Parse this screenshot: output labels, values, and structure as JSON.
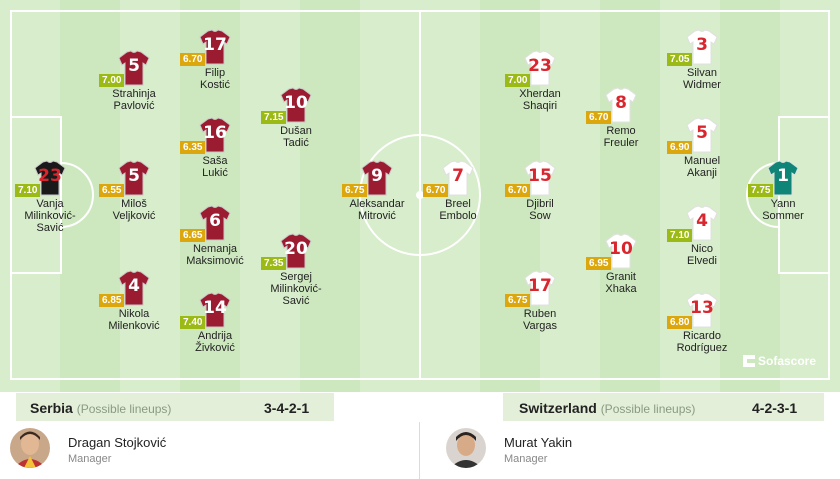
{
  "colors": {
    "home_shirt": "#9b1b30",
    "home_gk": "#1a1a1a",
    "away_shirt": "#ffffff",
    "away_gk": "#0f8577",
    "home_num": "#ffffff",
    "away_num": "#d9262e"
  },
  "players": [
    {
      "team": "home",
      "number": "23",
      "rating": "7.10",
      "name": [
        "Vanja",
        "Milinković-",
        "Savić"
      ],
      "gk": true
    },
    {
      "team": "home",
      "number": "5",
      "rating": "7.00",
      "name": [
        "Strahinja",
        "Pavlović"
      ]
    },
    {
      "team": "home",
      "number": "5",
      "rating": "6.55",
      "name": [
        "Miloš",
        "Veljković"
      ]
    },
    {
      "team": "home",
      "number": "4",
      "rating": "6.85",
      "name": [
        "Nikola",
        "Milenković"
      ]
    },
    {
      "team": "home",
      "number": "17",
      "rating": "6.70",
      "name": [
        "Filip",
        "Kostić"
      ]
    },
    {
      "team": "home",
      "number": "16",
      "rating": "6.35",
      "name": [
        "Saša",
        "Lukić"
      ]
    },
    {
      "team": "home",
      "number": "6",
      "rating": "6.65",
      "name": [
        "Nemanja",
        "Maksimović"
      ]
    },
    {
      "team": "home",
      "number": "14",
      "rating": "7.40",
      "name": [
        "Andrija",
        "Živković"
      ]
    },
    {
      "team": "home",
      "number": "10",
      "rating": "7.15",
      "name": [
        "Dušan",
        "Tadić"
      ]
    },
    {
      "team": "home",
      "number": "20",
      "rating": "7.35",
      "name": [
        "Sergej",
        "Milinković-",
        "Savić"
      ]
    },
    {
      "team": "home",
      "number": "9",
      "rating": "6.75",
      "name": [
        "Aleksandar",
        "Mitrović"
      ]
    },
    {
      "team": "away",
      "number": "7",
      "rating": "6.70",
      "name": [
        "Breel",
        "Embolo"
      ]
    },
    {
      "team": "away",
      "number": "23",
      "rating": "7.00",
      "name": [
        "Xherdan",
        "Shaqiri"
      ]
    },
    {
      "team": "away",
      "number": "15",
      "rating": "6.70",
      "name": [
        "Djibril",
        "Sow"
      ]
    },
    {
      "team": "away",
      "number": "17",
      "rating": "6.75",
      "name": [
        "Ruben",
        "Vargas"
      ]
    },
    {
      "team": "away",
      "number": "8",
      "rating": "6.70",
      "name": [
        "Remo",
        "Freuler"
      ]
    },
    {
      "team": "away",
      "number": "10",
      "rating": "6.95",
      "name": [
        "Granit",
        "Xhaka"
      ]
    },
    {
      "team": "away",
      "number": "3",
      "rating": "7.05",
      "name": [
        "Silvan",
        "Widmer"
      ]
    },
    {
      "team": "away",
      "number": "5",
      "rating": "6.90",
      "name": [
        "Manuel",
        "Akanji"
      ]
    },
    {
      "team": "away",
      "number": "4",
      "rating": "7.10",
      "name": [
        "Nico",
        "Elvedi"
      ]
    },
    {
      "team": "away",
      "number": "13",
      "rating": "6.80",
      "name": [
        "Ricardo",
        "Rodríguez"
      ]
    },
    {
      "team": "away",
      "number": "1",
      "rating": "7.75",
      "name": [
        "Yann",
        "Sommer"
      ],
      "gk": true
    }
  ],
  "home": {
    "team": "Serbia",
    "possible": "(Possible lineups)",
    "formation": "3-4-2-1",
    "manager": "Dragan Stojković",
    "role": "Manager"
  },
  "away": {
    "team": "Switzerland",
    "possible": "(Possible lineups)",
    "formation": "4-2-3-1",
    "manager": "Murat Yakin",
    "role": "Manager"
  },
  "brand": "Sofascore"
}
